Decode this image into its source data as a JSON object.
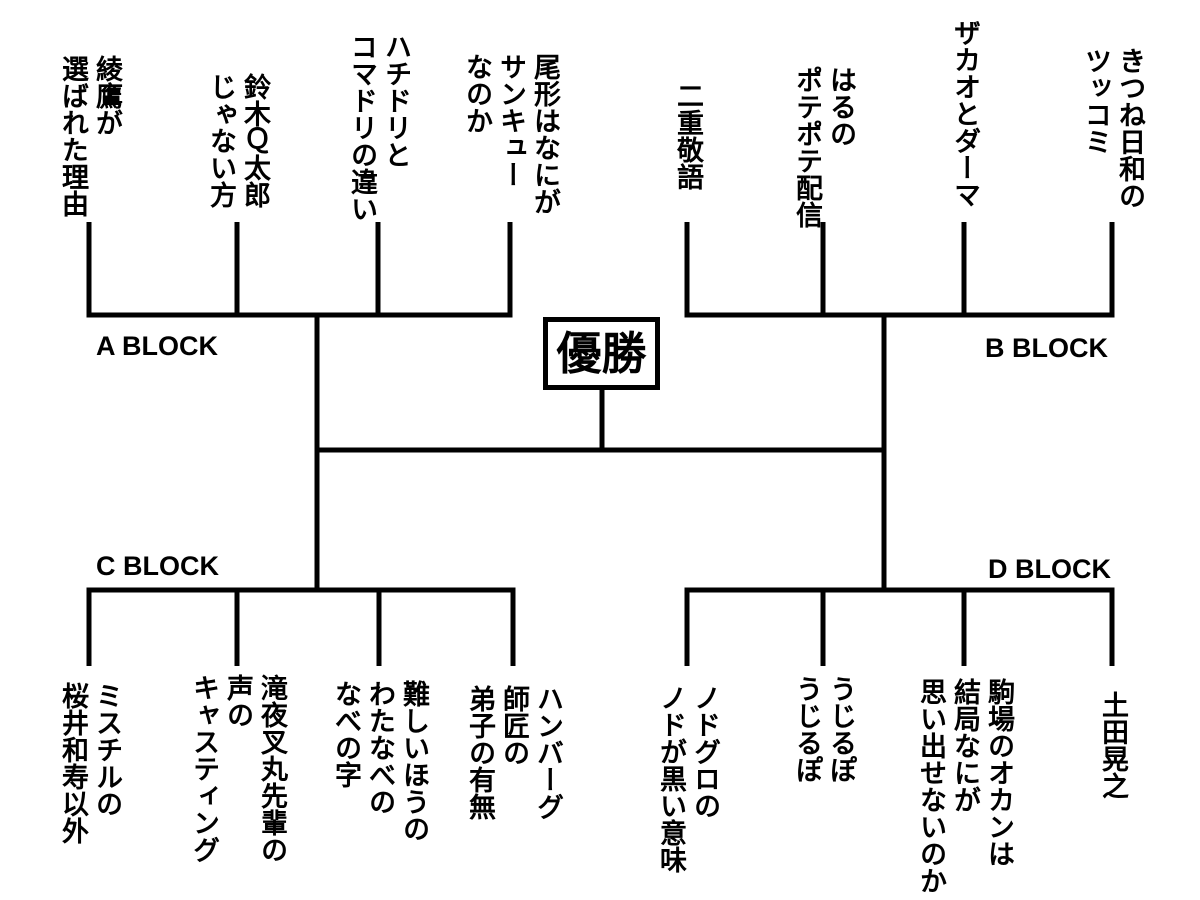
{
  "champion": {
    "label": "優勝"
  },
  "blocks": {
    "a": {
      "label": "A BLOCK",
      "entries": [
        {
          "text": "綾鷹が\n選ばれた理由"
        },
        {
          "text": "鈴木Ｑ太郎\nじゃない方"
        },
        {
          "text": "ハチドリと\nコマドリの違い"
        },
        {
          "text": "尾形はなにが\nサンキュー\nなのか"
        }
      ]
    },
    "b": {
      "label": "B BLOCK",
      "entries": [
        {
          "text": "二重敬語"
        },
        {
          "text": "はるの\nポテポテ配信"
        },
        {
          "text": "ザカオとダーマ"
        },
        {
          "text": "きつね日和の\nツッコミ"
        }
      ]
    },
    "c": {
      "label": "C BLOCK",
      "entries": [
        {
          "text": "ミスチルの\n桜井和寿以外"
        },
        {
          "text": "滝夜叉丸先輩の\n声の\nキャスティング"
        },
        {
          "text": "難しいほうの\nわたなべの\nなべの字"
        },
        {
          "text": "ハンバーグ\n師匠の\n弟子の有無"
        }
      ]
    },
    "d": {
      "label": "D BLOCK",
      "entries": [
        {
          "text": "ノドグロの\nノドが黒い意味"
        },
        {
          "text": "うじるぽ\nうじるぽ"
        },
        {
          "text": "駒場のオカンは\n結局なにが\n思い出せないのか"
        },
        {
          "text": "土田晃之"
        }
      ]
    }
  },
  "colors": {
    "background": "#ffffff",
    "line": "#000000",
    "text": "#000000"
  }
}
